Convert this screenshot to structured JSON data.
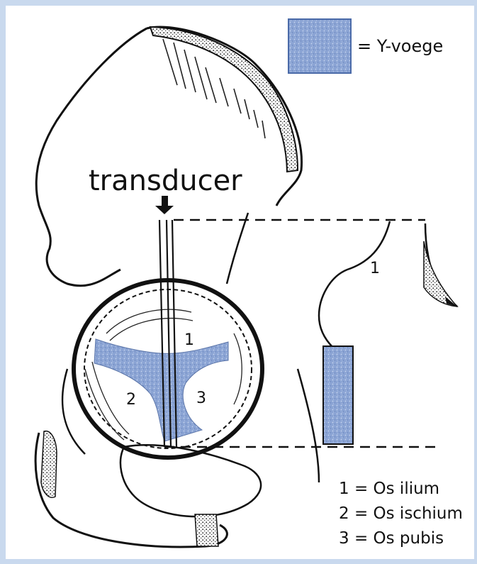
{
  "legend": {
    "swatch_text": "= Y-voege",
    "swatch_color": "#8ba4d4"
  },
  "figure": {
    "transducer_label": "transducer",
    "region_numbers": [
      "1",
      "2",
      "3"
    ],
    "section_number": "1"
  },
  "key": [
    "1 = Os ilium",
    "2 = Os ischium",
    "3 = Os pubis"
  ]
}
